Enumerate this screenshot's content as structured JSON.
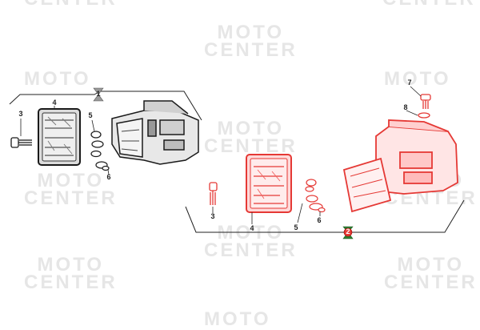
{
  "watermark": {
    "line1": "MOTO",
    "line2": "CENTER"
  },
  "callouts": {
    "top_marker": "1",
    "bottom_marker": "2",
    "labels_left": [
      "3",
      "4",
      "5",
      "6"
    ],
    "labels_right": [
      "3",
      "4",
      "5",
      "6",
      "7",
      "8"
    ]
  },
  "colors": {
    "highlight": "#e53935",
    "outline": "#1a1a1a",
    "watermark": "#e6e6e6"
  }
}
